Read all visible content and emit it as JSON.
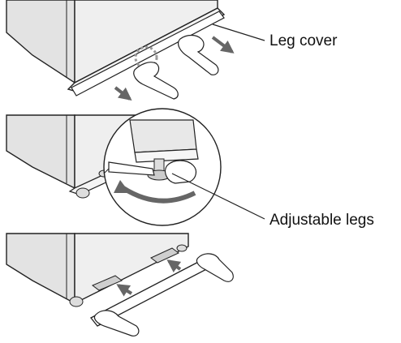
{
  "callouts": {
    "leg_cover": "Leg cover",
    "adjustable_legs": "Adjustable legs"
  },
  "colors": {
    "fridge_fill": "#ececec",
    "fridge_dark": "#d6d6d6",
    "line": "#222222",
    "arrow": "#666666",
    "highlight": "#9a9a9a"
  },
  "steps": [
    {
      "name": "remove-leg-cover",
      "icons": [
        "hand-icon",
        "arrow-icon"
      ]
    },
    {
      "name": "adjust-legs",
      "icons": [
        "wrench-icon",
        "rotation-arrow-icon",
        "magnifier-icon"
      ]
    },
    {
      "name": "reattach-leg-cover",
      "icons": [
        "hand-icon",
        "arrow-icon"
      ]
    }
  ]
}
